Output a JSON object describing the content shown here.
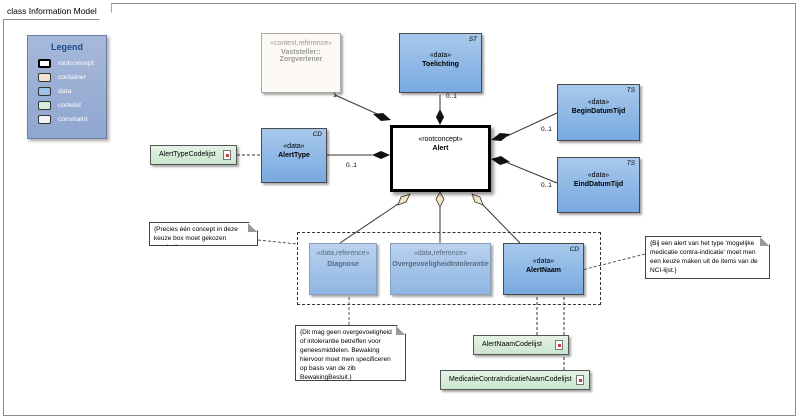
{
  "frame": {
    "title": "class Information Model"
  },
  "legend": {
    "title": "Legend",
    "items": [
      {
        "label": "rootconcept",
        "color": "#ffffff",
        "border": "#000000"
      },
      {
        "label": "container",
        "color": "#f8e2d6",
        "border": "#777777"
      },
      {
        "label": "data",
        "color": "#9ec3ea",
        "border": "#555555"
      },
      {
        "label": "codelist",
        "color": "#d6eedb",
        "border": "#555555"
      },
      {
        "label": "constraint",
        "color": "#f4f4f4",
        "border": "#777777"
      }
    ]
  },
  "classes": {
    "vaststeller": {
      "stereotype": "«context,reference»",
      "name": "Vaststeller::\nZorgverlener"
    },
    "toelichting": {
      "stereotype": "«data»",
      "name": "Toelichting",
      "tag": "ST"
    },
    "begin": {
      "stereotype": "«data»",
      "name": "BeginDatumTijd",
      "tag": "TS"
    },
    "eind": {
      "stereotype": "«data»",
      "name": "EindDatumTijd",
      "tag": "TS"
    },
    "alerttype": {
      "stereotype": "«data»",
      "name": "AlertType",
      "tag": "CD"
    },
    "alert": {
      "stereotype": "«rootconcept»",
      "name": "Alert"
    },
    "diagnose": {
      "stereotype": "«data,reference»",
      "name": "Diagnose"
    },
    "overgevoeligheid": {
      "stereotype": "«data,reference»",
      "name": "OvergevoeligheidIntolerantie"
    },
    "alertnaam": {
      "stereotype": "«data»",
      "name": "AlertNaam",
      "tag": "CD"
    }
  },
  "codelists": {
    "alerttype": "AlertTypeCodelijst",
    "alertnaam": "AlertNaamCodelijst",
    "medicatie": "MedicatieContraIndicatieNaamCodelijst"
  },
  "notes": {
    "choice": "{Precies één concept in deze keuze box moet gekozen worden}",
    "overgevoeligheid": "{Dit mag geen overgevoeligheid of intolerantie betreffen voor geneesmiddelen. Bewaking hiervoor moet men specificeren op basis van de zib BewakingBesluit.}",
    "alertnaam": "{Bij een alert van het type 'mogelijke medicatie contra-indicatie' moet men een keuze maken uit de items van de NCI-lijst.}"
  },
  "multiplicities": {
    "vaststeller": "1",
    "toelichting": "0..1",
    "begin": "0..1",
    "eind": "0..1",
    "alerttype": "0..1"
  }
}
